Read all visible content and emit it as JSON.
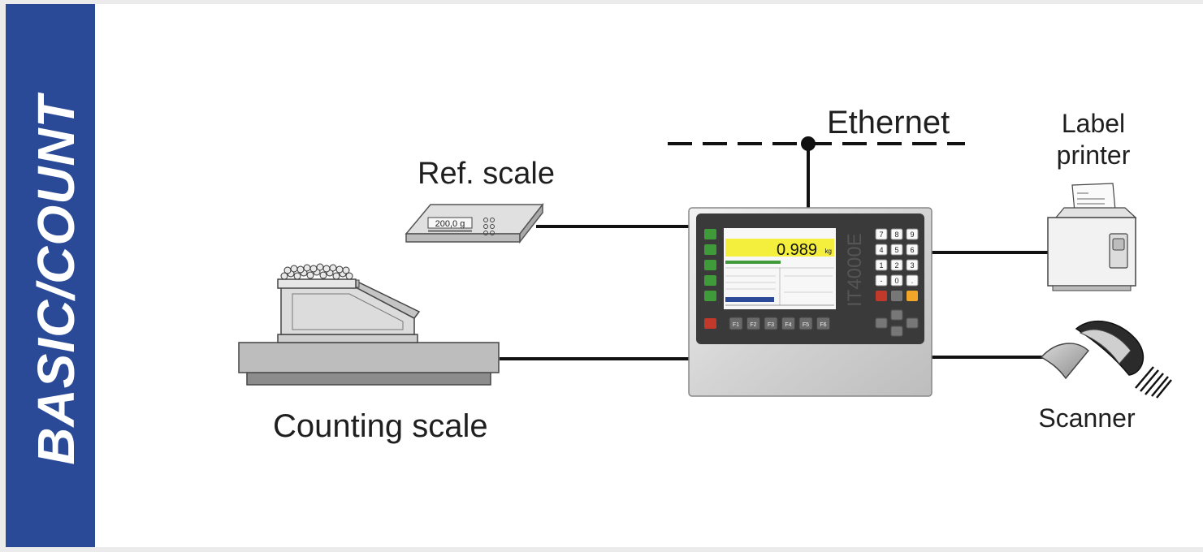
{
  "sidebar": {
    "title": "BASIC/COUNT"
  },
  "labels": {
    "ethernet": "Ethernet",
    "ref_scale": "Ref. scale",
    "counting_scale": "Counting scale",
    "label_printer_line1": "Label",
    "label_printer_line2": "printer",
    "scanner": "Scanner"
  },
  "ref_scale_display": "200,0 g",
  "terminal": {
    "model": "IT4000E",
    "reading": "0.989",
    "unit": "kg",
    "keypad": [
      "7",
      "8",
      "9",
      "4",
      "5",
      "6",
      "1",
      "2",
      "3",
      "-",
      "0",
      "."
    ],
    "function_keys": [
      "F1",
      "F2",
      "F3",
      "F4",
      "F5",
      "F6"
    ]
  },
  "colors": {
    "brand_blue": "#2a4a98",
    "display_yellow": "#f3ef3c",
    "key_green": "#3f9a3a",
    "key_orange": "#f1a62a",
    "key_red": "#c0392b"
  }
}
